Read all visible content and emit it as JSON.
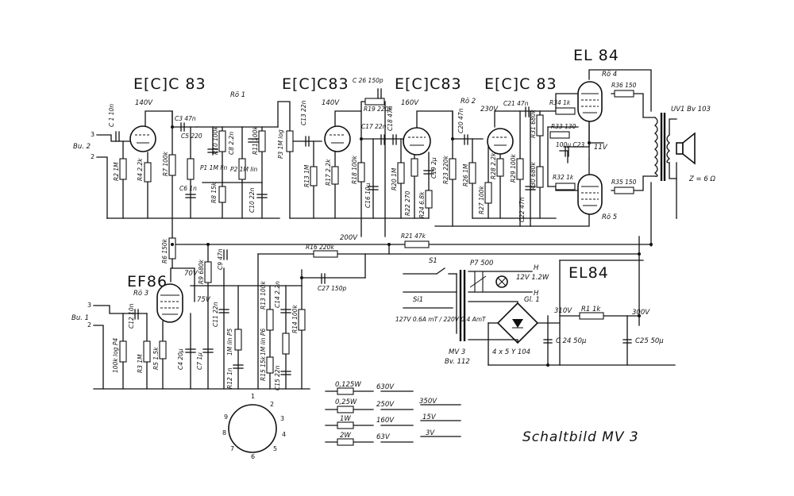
{
  "tube_types": {
    "v1": "E[C]C 83",
    "v2": "E[C]C83",
    "v3": "E[C]C83",
    "v4": "E[C]C 83",
    "v5": "EL 84",
    "v6": "EF86",
    "v7": "EL84"
  },
  "tube_refs": {
    "ro4": "Rö 4",
    "ro1": "Rö 1",
    "ro2": "Rö 2",
    "ro3": "Rö 3",
    "ro5": "Rö 5"
  },
  "voltages": {
    "v1_plate": "140V",
    "v2_plate": "140V",
    "v3_plate": "160V",
    "v4_plate": "230V",
    "el84_g2": "11V",
    "rail": "200V",
    "ef86_plate": "70V",
    "ef86_g2": "75V",
    "ps_310": "310V",
    "ps_300": "300V"
  },
  "components": {
    "c1": "C 1 10n",
    "c3": "C3 47n",
    "c5": "C5 220",
    "c6": "C6 1n",
    "r2": "R2 1M",
    "r4": "R4 2.2k",
    "r7": "R7 100k",
    "r10": "R10 100k",
    "c8": "C8 2.2n",
    "r11": "R11 100k",
    "p1": "P1 1M lin",
    "p2": "P2 1M lin",
    "r8": "R8 15k",
    "c10": "C10 22n",
    "p3": "P3 1M log",
    "c13": "C13 22n",
    "r13": "R13 1M",
    "r17": "R17 2.2k",
    "r18": "R18 100k",
    "c16": "C16 10µ",
    "c26": "C 26 150p",
    "r19": "R19 220k",
    "c17": "C17 22n",
    "c18": "C18 47n",
    "r20": "R20 1M",
    "r22": "R22 270",
    "r24": "R24 6.8k",
    "c19": "C19 2µ",
    "r23": "R23 220k",
    "c20": "C20 47n",
    "r26": "R26 1M",
    "r27": "R27 100k",
    "r28": "R28 2.2k",
    "r29": "R29 100k",
    "c21": "C21 47n",
    "r34": "R34 1k",
    "r31": "R31 680k",
    "r33": "R33 130",
    "c23": "100µ C23",
    "r30": "R30 680k",
    "c22": "C22 47n",
    "r32": "R32 1k",
    "r36": "R36 150",
    "r35": "R35 150",
    "transformer": "UV1 Bv 103",
    "speaker": "Z = 6 Ω",
    "r21": "R21 47k",
    "r16": "R16 220k",
    "r6": "R6 150k",
    "r9": "R9 680k",
    "c9": "C9 47n",
    "c27": "C27 150p",
    "c12": "C12 10n",
    "p4": "100k log P4",
    "r3": "R3 1M",
    "r5": "R5 1.5k",
    "c4": "C4 20µ",
    "c7": "C7 1µ",
    "c11": "C11 22n",
    "p5": "1M lin P5",
    "r12": "R12 1n",
    "r13b": "R13 100k",
    "c14": "C14 2.2n",
    "r14": "R14 100k",
    "p6": "1M lin P6",
    "r15": "R15 15k",
    "c15": "C15 22n",
    "s1": "S1",
    "si1": "Si1",
    "fuse": "127V 0.6A mT / 220V 0.4 AmT",
    "p7": "P7 500",
    "lamp": "12V 1.2W",
    "h1": "H",
    "h2": "H",
    "gl1": "Gl. 1",
    "mains_tr": "MV 3",
    "mains_tr_type": "Bv. 112",
    "rect": "4 x 5 Y 104",
    "r1": "R1 1k",
    "c24": "C 24 50µ",
    "c25": "C25 50µ"
  },
  "inputs": {
    "in2": "Bu. 2",
    "in1": "Bu. 1",
    "p3a": "3",
    "p2a": "2",
    "p3b": "3",
    "p2b": "2"
  },
  "socket_pins": [
    "1",
    "2",
    "3",
    "4",
    "5",
    "6",
    "7",
    "8",
    "9"
  ],
  "legend": {
    "watts": [
      "0,125W",
      "0,25W",
      "1W",
      "2W"
    ],
    "voltages_mid": [
      "630V",
      "250V",
      "160V",
      "63V"
    ],
    "voltages_right": [
      "350V",
      "15V",
      "3V"
    ]
  },
  "title": "Schaltbild  MV 3"
}
